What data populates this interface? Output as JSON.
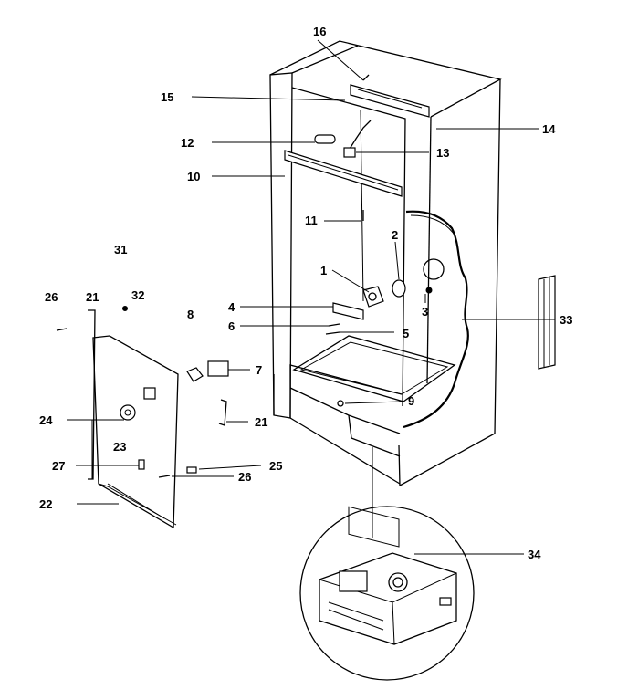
{
  "diagram": {
    "parts": [
      {
        "id": "p1",
        "number": "1"
      },
      {
        "id": "p2",
        "number": "2"
      },
      {
        "id": "p3",
        "number": "3"
      },
      {
        "id": "p4",
        "number": "4"
      },
      {
        "id": "p5",
        "number": "5"
      },
      {
        "id": "p6",
        "number": "6"
      },
      {
        "id": "p7",
        "number": "7"
      },
      {
        "id": "p8",
        "number": "8"
      },
      {
        "id": "p9",
        "number": "9"
      },
      {
        "id": "p10",
        "number": "10"
      },
      {
        "id": "p11",
        "number": "11"
      },
      {
        "id": "p12",
        "number": "12"
      },
      {
        "id": "p13",
        "number": "13"
      },
      {
        "id": "p14",
        "number": "14"
      },
      {
        "id": "p15",
        "number": "15"
      },
      {
        "id": "p16",
        "number": "16"
      },
      {
        "id": "p21a",
        "number": "21"
      },
      {
        "id": "p21b",
        "number": "21"
      },
      {
        "id": "p22",
        "number": "22"
      },
      {
        "id": "p23",
        "number": "23"
      },
      {
        "id": "p24",
        "number": "24"
      },
      {
        "id": "p25",
        "number": "25"
      },
      {
        "id": "p26a",
        "number": "26"
      },
      {
        "id": "p26b",
        "number": "26"
      },
      {
        "id": "p27",
        "number": "27"
      },
      {
        "id": "p31",
        "number": "31"
      },
      {
        "id": "p32",
        "number": "32"
      },
      {
        "id": "p33",
        "number": "33"
      },
      {
        "id": "p34",
        "number": "34"
      }
    ]
  }
}
